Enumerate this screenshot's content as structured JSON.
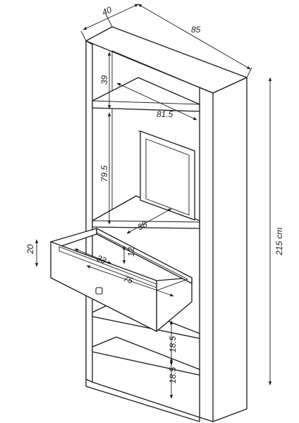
{
  "dimensions": {
    "depth": "40",
    "width": "85",
    "height": "215 cm",
    "top_shelf_gap": "39",
    "inner_width": "81.5",
    "middle_gap": "79.5",
    "shelf_depth": "38",
    "drawer_front_height": "20",
    "drawer_inner_depth": "33",
    "drawer_inner_height": "12",
    "drawer_width": "75",
    "lower_gap_1": "18.5",
    "lower_gap_2": "18.5"
  }
}
